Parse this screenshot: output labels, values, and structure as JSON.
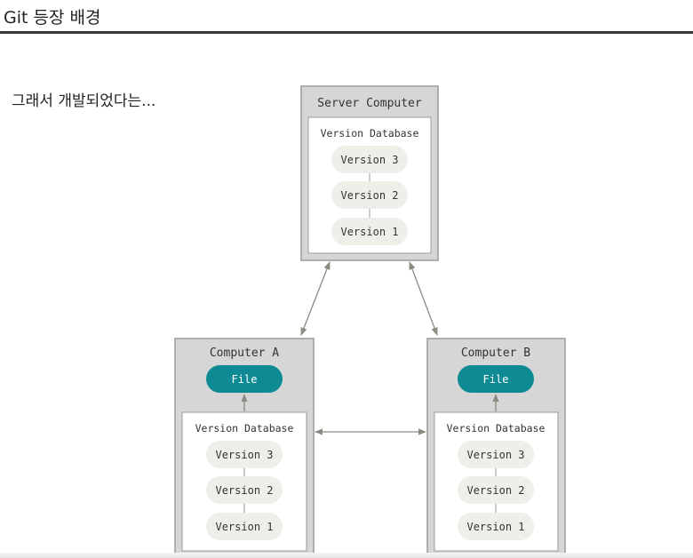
{
  "header": {
    "title": "Git 등장 배경"
  },
  "intro_text": "그래서 개발되었다는...",
  "diagram": {
    "server": {
      "title": "Server Computer",
      "db_label": "Version Database",
      "versions": [
        "Version 3",
        "Version 2",
        "Version 1"
      ]
    },
    "computer_a": {
      "title": "Computer A",
      "file_label": "File",
      "db_label": "Version Database",
      "versions": [
        "Version 3",
        "Version 2",
        "Version 1"
      ]
    },
    "computer_b": {
      "title": "Computer B",
      "file_label": "File",
      "db_label": "Version Database",
      "versions": [
        "Version 3",
        "Version 2",
        "Version 1"
      ]
    },
    "colors": {
      "outer_box": "#d6d6d6",
      "outer_border": "#9a9a9a",
      "inner_box": "#ffffff",
      "pill": "#efeee8",
      "file_pill": "#0d8a93",
      "arrow": "#8a8a80"
    }
  }
}
